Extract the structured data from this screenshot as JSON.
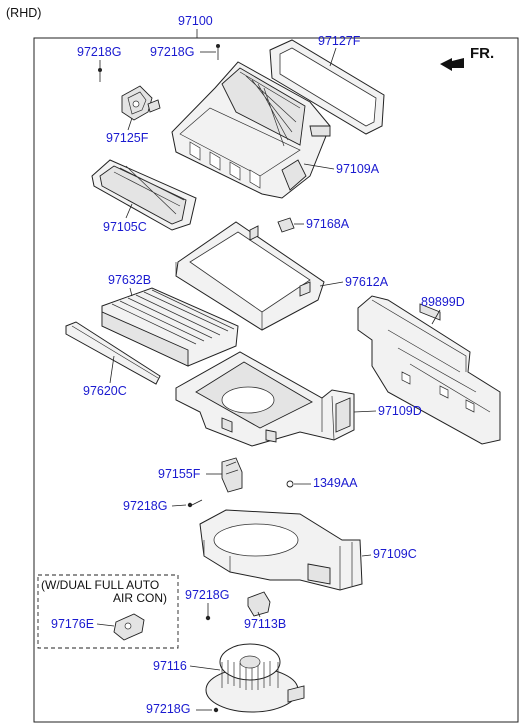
{
  "header": {
    "variant": "(RHD)",
    "main_assembly": "97100",
    "direction": "FR."
  },
  "option_box": {
    "line1": "(W/DUAL FULL AUTO",
    "line2": "AIR CON)"
  },
  "parts": {
    "p97218G_a": "97218G",
    "p97218G_b": "97218G",
    "p97127F": "97127F",
    "p97125F": "97125F",
    "p97109A": "97109A",
    "p97105C": "97105C",
    "p97168A": "97168A",
    "p97632B": "97632B",
    "p97612A": "97612A",
    "p89899D": "89899D",
    "p97620C": "97620C",
    "p97109D": "97109D",
    "p97155F": "97155F",
    "p1349AA": "1349AA",
    "p97218G_c": "97218G",
    "p97109C": "97109C",
    "p97218G_d": "97218G",
    "p97176E": "97176E",
    "p97113B": "97113B",
    "p97116": "97116",
    "p97218G_e": "97218G"
  },
  "colors": {
    "label": "#1a1ad0",
    "line": "#222222",
    "part_fill": "#f2f2f2"
  }
}
